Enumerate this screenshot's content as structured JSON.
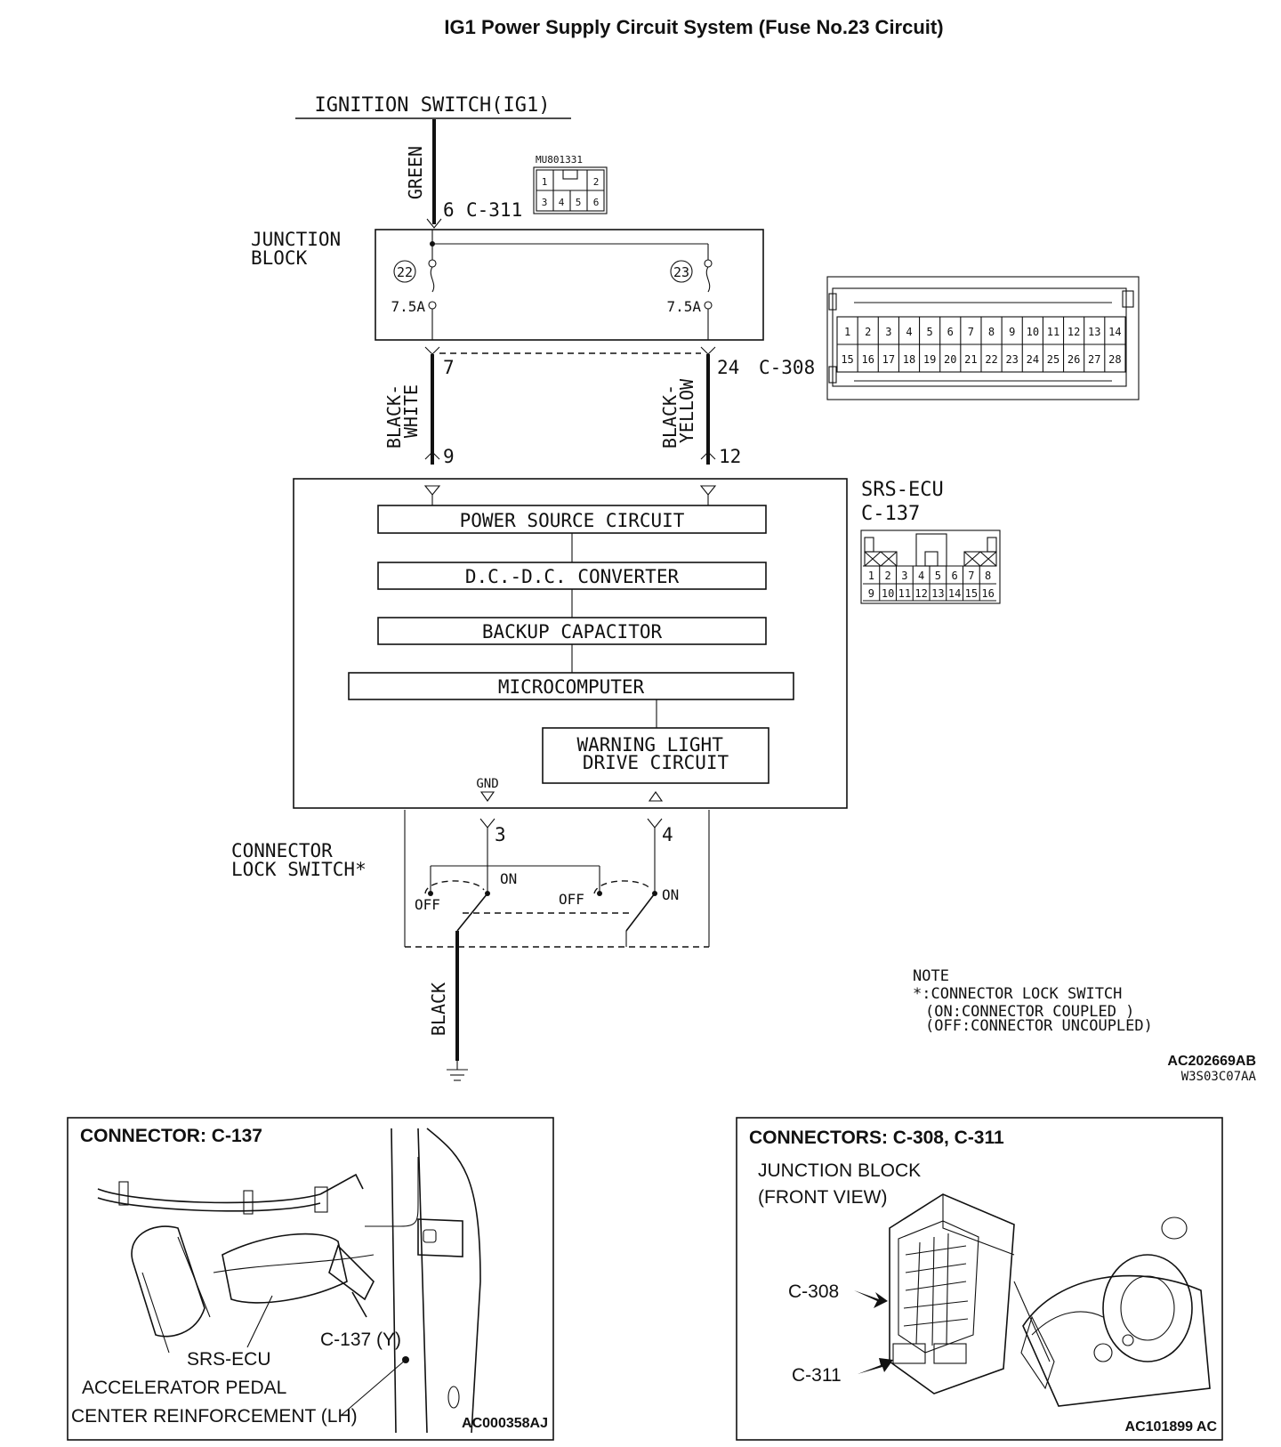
{
  "title": "IG1 Power Supply Circuit System (Fuse No.23 Circuit)",
  "ignition": {
    "label": "IGNITION SWITCH(IG1)"
  },
  "wires": {
    "green": "GREEN",
    "black_white": "BLACK-\nWHITE",
    "black_yellow": "BLACK-\nYELLOW",
    "black": "BLACK"
  },
  "connectors": {
    "c311_pin": "6",
    "c311": "C-311",
    "c308": "C-308",
    "c308_pin_7": "7",
    "c308_pin_24": "24",
    "mu_part": "MU801331",
    "mu_pins": [
      "1",
      "2",
      "3",
      "4",
      "5",
      "6"
    ],
    "c308_pins_top": [
      "1",
      "2",
      "3",
      "4",
      "5",
      "6",
      "7",
      "8",
      "9",
      "10",
      "11",
      "12",
      "13",
      "14"
    ],
    "c308_pins_bottom": [
      "15",
      "16",
      "17",
      "18",
      "19",
      "20",
      "21",
      "22",
      "23",
      "24",
      "25",
      "26",
      "27",
      "28"
    ],
    "c137_pins_top": [
      "1",
      "2",
      "3",
      "4",
      "5",
      "6",
      "7",
      "8"
    ],
    "c137_pins_bottom": [
      "9",
      "10",
      "11",
      "12",
      "13",
      "14",
      "15",
      "16"
    ]
  },
  "junction_block": {
    "label": "JUNCTION\nBLOCK",
    "fuse_a": "22",
    "fuse_b": "23",
    "fuse_a_rating": "7.5A",
    "fuse_b_rating": "7.5A"
  },
  "ecu": {
    "name": "SRS-ECU",
    "connector": "C-137",
    "pin_9": "9",
    "pin_12": "12",
    "blocks": [
      "POWER SOURCE CIRCUIT",
      "D.C.-D.C. CONVERTER",
      "BACKUP CAPACITOR",
      "MICROCOMPUTER",
      "WARNING LIGHT\nDRIVE CIRCUIT"
    ],
    "gnd": "GND",
    "pin_3": "3",
    "pin_4": "4"
  },
  "lock_switch": {
    "label": "CONNECTOR\nLOCK SWITCH*",
    "on": "ON",
    "off": "OFF"
  },
  "note": {
    "lines": [
      "NOTE",
      "*:CONNECTOR LOCK SWITCH",
      "(ON:CONNECTOR COUPLED   )",
      "(OFF:CONNECTOR UNCOUPLED)"
    ]
  },
  "codes": {
    "diagram": "AC202669AB",
    "sub": "W3S03C07AA"
  },
  "panel_left": {
    "title": "CONNECTOR: C-137",
    "labels": [
      "C-137 (Y)",
      "SRS-ECU",
      "ACCELERATOR PEDAL",
      "CENTER REINFORCEMENT (LH)"
    ],
    "code": "AC000358AJ"
  },
  "panel_right": {
    "title": "CONNECTORS: C-308, C-311",
    "subtitle": "JUNCTION BLOCK\n(FRONT VIEW)",
    "labels": [
      "C-308",
      "C-311"
    ],
    "code": "AC101899 AC"
  }
}
